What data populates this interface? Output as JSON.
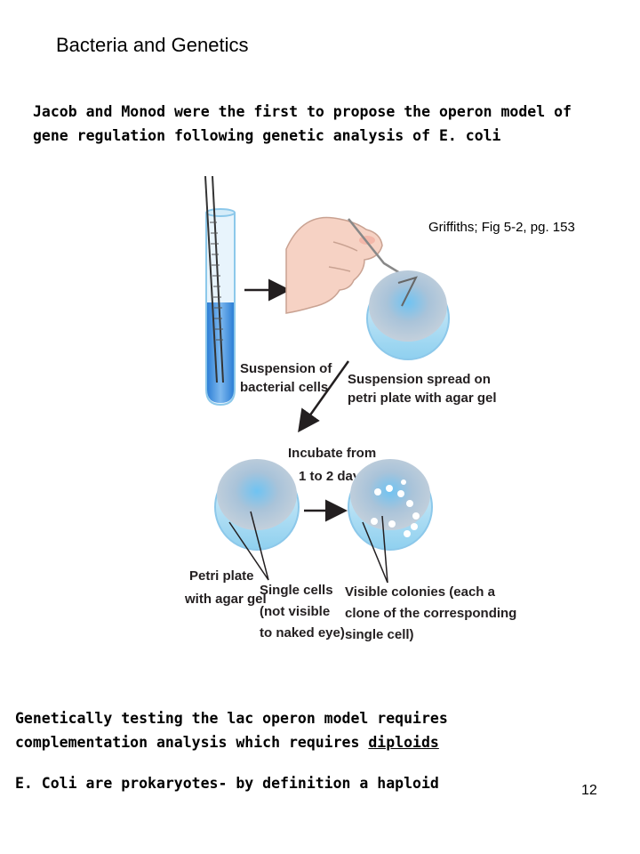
{
  "title": "Bacteria and Genetics",
  "intro": "Jacob and Monod were the first to propose the operon model of gene regulation following genetic analysis of E. coli",
  "figure_credit": "Griffiths; Fig 5-2, pg. 153",
  "figure": {
    "label_suspension": [
      "Suspension of",
      "bacterial cells"
    ],
    "label_spread": [
      "Suspension spread on",
      "petri plate with agar gel"
    ],
    "label_incubate": [
      "Incubate from",
      "1 to 2 days"
    ],
    "label_petri": [
      "Petri plate",
      "with agar gel"
    ],
    "label_single": [
      "Single cells",
      "(not visible",
      "to naked eye)"
    ],
    "label_colonies": [
      "Visible colonies (each a",
      "clone of the corresponding",
      "single cell)"
    ]
  },
  "bottom": {
    "line1": "Genetically testing the lac operon model requires",
    "line2_prefix": "complementation analysis which requires ",
    "line2_underlined": "diploids",
    "line3": "E. Coli are prokaryotes- by definition a haploid"
  },
  "page_number": "12"
}
